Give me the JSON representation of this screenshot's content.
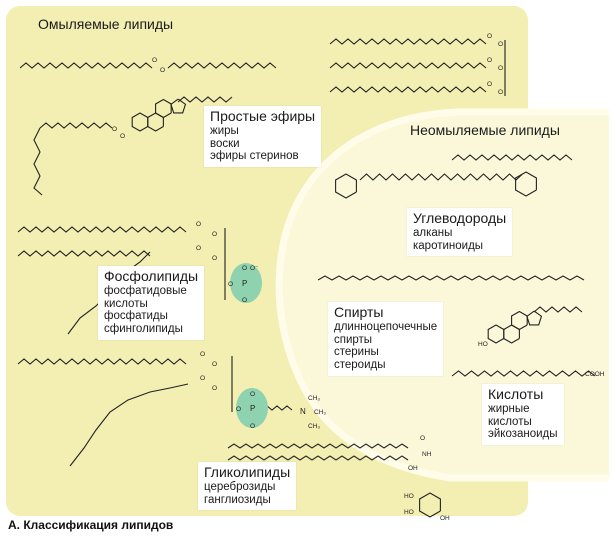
{
  "header_saponifiable": "Омыляемые липиды",
  "header_unsaponifiable": "Неомыляемые липиды",
  "caption": "A. Классификация липидов",
  "groups": {
    "simple_esters": {
      "title": "Простые эфиры",
      "items": [
        "жиры",
        "воски",
        "эфиры стеринов"
      ]
    },
    "phospholipids": {
      "title": "Фосфолипиды",
      "items": [
        "фосфатидовые",
        "кислоты",
        "фосфатиды",
        "сфинголипиды"
      ]
    },
    "glycolipids": {
      "title": "Гликолипиды",
      "items": [
        "цереброзиды",
        "ганглиозиды"
      ]
    },
    "hydrocarbons": {
      "title": "Углеводороды",
      "items": [
        "алканы",
        "каротиноиды"
      ]
    },
    "alcohols": {
      "title": "Спирты",
      "items": [
        "длинноцепочечные",
        "спирты",
        "стерины",
        "стероиды"
      ]
    },
    "acids": {
      "title": "Кислоты",
      "items": [
        "жирные",
        "кислоты",
        "эйкозаноиды"
      ]
    }
  },
  "atom_labels": {
    "O": "O",
    "P": "P",
    "N": "N",
    "HO": "HO",
    "OH": "OH",
    "NH": "NH",
    "COOH": "COOH",
    "CH3": "CH₃",
    "ominus": "O⁻"
  },
  "colors": {
    "saponifiable_bg": "#f3eeb2",
    "unsaponifiable_bg": "#fbf8da",
    "border_glow": "#fffde9",
    "phosphate": "#8fd2b0",
    "line": "#222222"
  }
}
